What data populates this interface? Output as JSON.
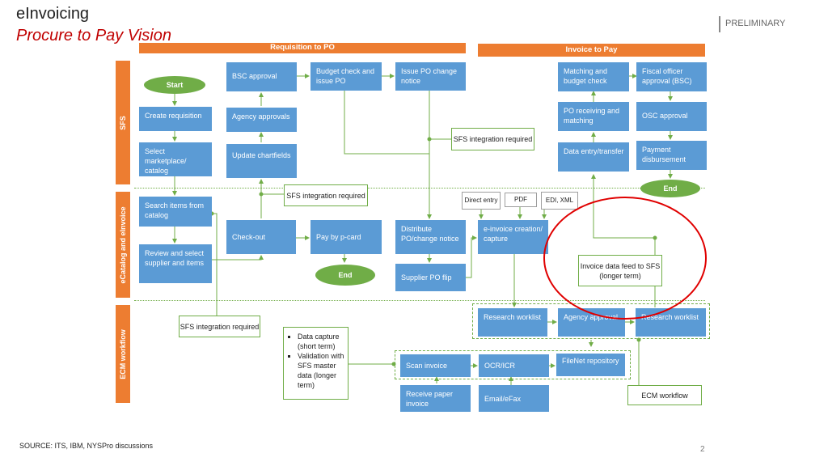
{
  "header": {
    "title": "eInvoicing",
    "subtitle": "Procure to Pay Vision",
    "badge": "PRELIMINARY"
  },
  "bands": {
    "requisition": "Requisition to PO",
    "invoice": "Invoice to Pay"
  },
  "lanes": {
    "sfs": "SFS",
    "ecatalog": "eCatalog and eInvoice",
    "ecm": "ECM workflow"
  },
  "nodes": {
    "start": "Start",
    "create_req": "Create requisition",
    "select_marketplace": "Select marketplace/ catalog",
    "bsc_approval": "BSC approval",
    "agency_approvals": "Agency approvals",
    "update_chartfields": "Update chartfields",
    "budget_check": "Budget check and issue PO",
    "issue_po_change": "Issue PO change notice",
    "search_items": "Search items from catalog",
    "review_select": "Review and select supplier and items",
    "checkout": "Check-out",
    "pay_pcard": "Pay by p-card",
    "end1": "End",
    "distribute_po": "Distribute PO/change notice",
    "supplier_po_flip": "Supplier PO flip",
    "einvoice_creation": "e-invoice creation/ capture",
    "matching_budget": "Matching and budget check",
    "fiscal_officer": "Fiscal officer approval (BSC)",
    "po_receiving": "PO receiving and matching",
    "osc_approval": "OSC approval",
    "data_entry": "Data entry/transfer",
    "payment_disbursement": "Payment disbursement",
    "end2": "End",
    "research_worklist1": "Research worklist",
    "agency_approval": "Agency approval",
    "research_worklist2": "Research worklist",
    "scan_invoice": "Scan invoice",
    "ocr_icr": "OCR/ICR",
    "filenet": "FileNet repository",
    "receive_paper": "Receive paper invoice",
    "email_efax": "Email/eFax"
  },
  "notes": {
    "sfs_integration_1": "SFS integration required",
    "sfs_integration_2": "SFS integration required",
    "sfs_integration_3": "SFS integration required",
    "invoice_data_feed": "Invoice data feed to SFS (longer term)",
    "ecm_workflow": "ECM workflow",
    "capture_bullets": [
      "Data capture (short term)",
      "Validation with SFS master data (longer term)"
    ]
  },
  "channels": {
    "direct_entry": "Direct entry",
    "pdf": "PDF",
    "edi_xml": "EDI, XML"
  },
  "colors": {
    "accent_orange": "#ed7d31",
    "process_blue": "#5b9bd5",
    "connector_green": "#70ad47",
    "highlight_red": "#e00000",
    "subtitle_red": "#c00000"
  },
  "footer": {
    "source": "SOURCE: ITS, IBM, NYSPro discussions",
    "page_number": "2"
  }
}
